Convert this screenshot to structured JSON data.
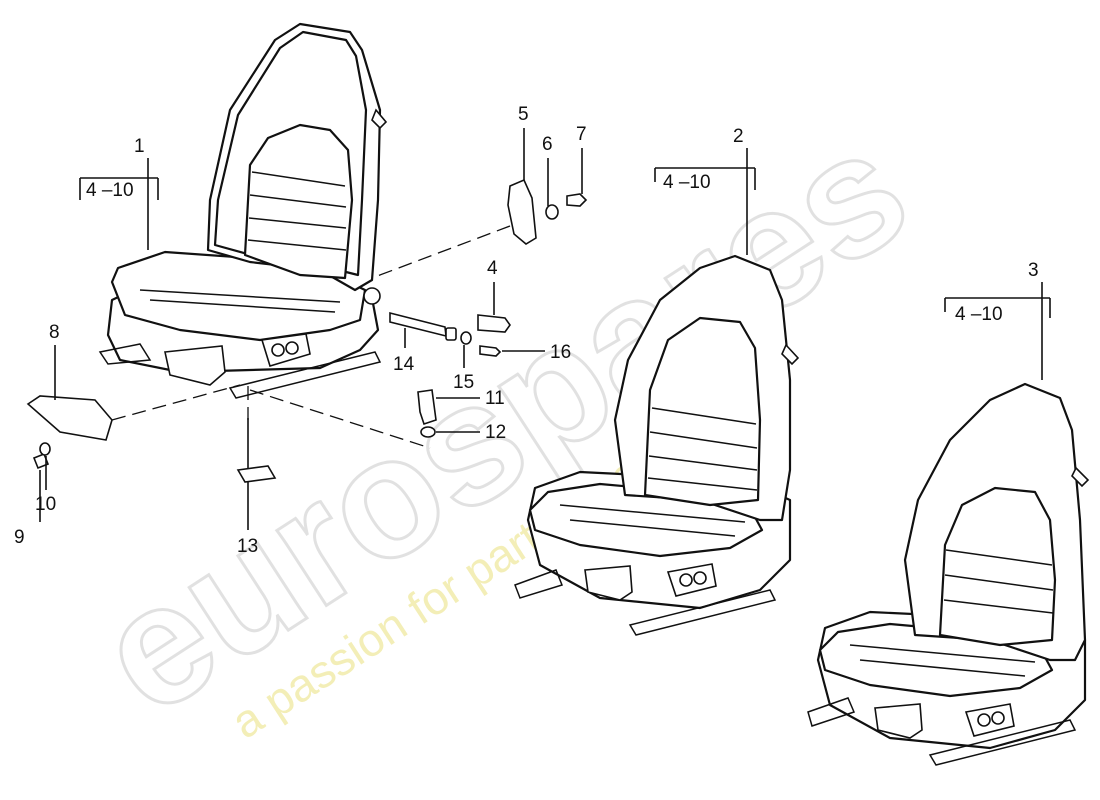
{
  "watermark": {
    "brand": "eurospares",
    "tagline": "a passion for parts since 1985"
  },
  "callouts": {
    "c1": "1",
    "c2": "2",
    "c3": "3",
    "c4": "4",
    "c5": "5",
    "c6": "6",
    "c7": "7",
    "c8": "8",
    "c9": "9",
    "c10": "10",
    "c11": "11",
    "c12": "12",
    "c13": "13",
    "c14": "14",
    "c15": "15",
    "c16": "16",
    "range1": "4 –10",
    "range2": "4 –10",
    "range3": "4 –10"
  }
}
